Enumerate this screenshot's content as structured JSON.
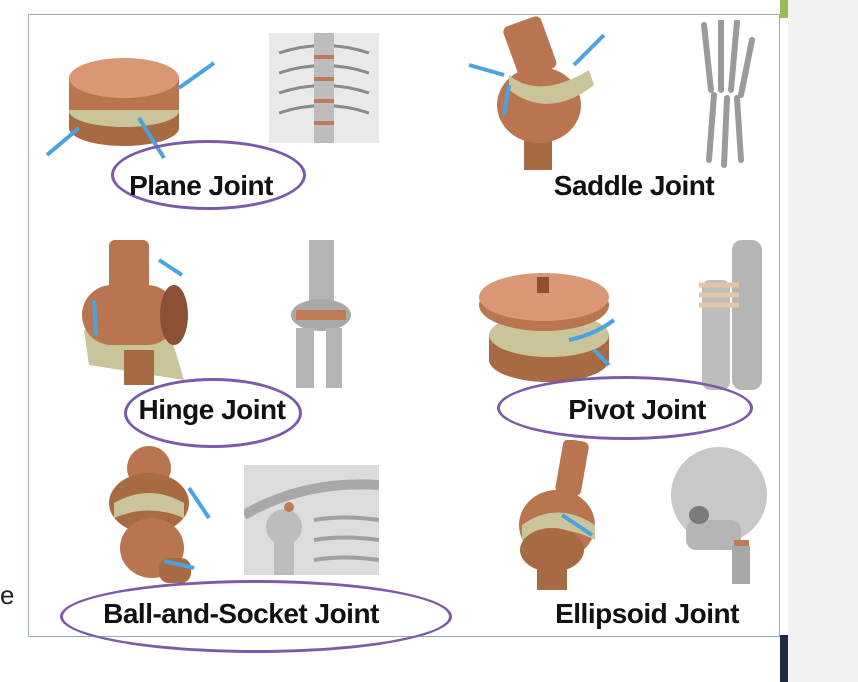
{
  "slide": {
    "stray_text": "e",
    "colors": {
      "accent": "#9bbb59",
      "bar": "#1f2a44",
      "highlight": "#7b5ba8",
      "arrow": "#4aa3df",
      "bone": "#c07a55"
    }
  },
  "joints": [
    {
      "label": "Plane Joint",
      "circled": true
    },
    {
      "label": "Saddle Joint",
      "circled": false
    },
    {
      "label": "Hinge Joint",
      "circled": true
    },
    {
      "label": "Pivot Joint",
      "circled": true
    },
    {
      "label": "Ball-and-Socket Joint",
      "circled": true
    },
    {
      "label": "Ellipsoid Joint",
      "circled": false
    }
  ]
}
